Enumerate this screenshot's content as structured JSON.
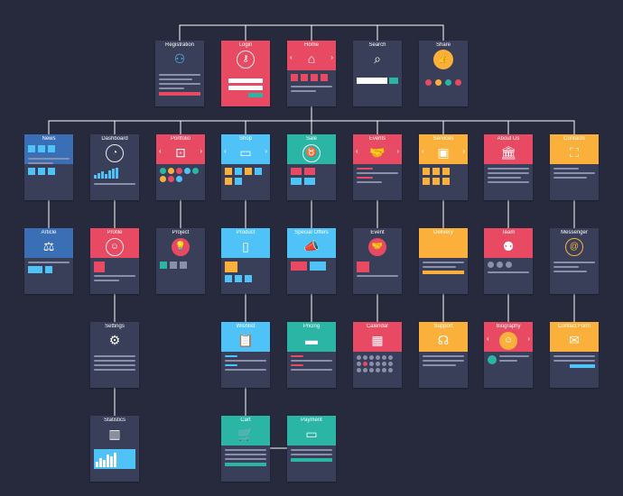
{
  "colors": {
    "background": "#272a3d",
    "card_body": "#3a3f59",
    "connector": "#ffffff",
    "blue": "#4fc3f7",
    "red": "#e84a64",
    "teal": "#2bb5a5",
    "orange": "#fbb03b",
    "navy": "#3a3f59"
  },
  "cards": {
    "registration": {
      "title": "Registration",
      "icon": "user-icon"
    },
    "login": {
      "title": "Login",
      "icon": "key-icon"
    },
    "home": {
      "title": "Home",
      "icon": "home-icon"
    },
    "search": {
      "title": "Search",
      "icon": "search-icon"
    },
    "share": {
      "title": "Share",
      "icon": "thumbs-up-icon"
    },
    "news": {
      "title": "News",
      "icon": "newspaper-icon"
    },
    "dashboard": {
      "title": "Dashboard",
      "icon": "speedometer-icon"
    },
    "portfolio": {
      "title": "Portfolio",
      "icon": "presentation-icon"
    },
    "shop": {
      "title": "Shop",
      "icon": "monitor-icon"
    },
    "sale": {
      "title": "Sale",
      "icon": "piggy-bank-icon"
    },
    "events": {
      "title": "Events",
      "icon": "handshake-icon"
    },
    "services": {
      "title": "Services",
      "icon": "box-icon"
    },
    "about_us": {
      "title": "About Us",
      "icon": "building-icon"
    },
    "contacts": {
      "title": "Contacts",
      "icon": "map-icon"
    },
    "article": {
      "title": "Article",
      "icon": "scales-icon"
    },
    "profile": {
      "title": "Profile",
      "icon": "person-icon"
    },
    "project": {
      "title": "Project",
      "icon": "lightbulb-icon"
    },
    "product": {
      "title": "Product",
      "icon": "phone-icon"
    },
    "special_offers": {
      "title": "Special Offers",
      "icon": "megaphone-icon"
    },
    "event": {
      "title": "Event",
      "icon": "handshake-icon"
    },
    "delivery": {
      "title": "Delivery",
      "icon": "truck-icon"
    },
    "team": {
      "title": "Team",
      "icon": "team-icon"
    },
    "messenger": {
      "title": "Messenger",
      "icon": "at-sign-icon"
    },
    "settings": {
      "title": "Settings",
      "icon": "gear-icon"
    },
    "wishlist": {
      "title": "Wishlist",
      "icon": "clipboard-icon"
    },
    "pricing": {
      "title": "Pricing",
      "icon": "banner-icon"
    },
    "calendar": {
      "title": "Calendar",
      "icon": "calendar-icon"
    },
    "support": {
      "title": "Support",
      "icon": "headset-icon"
    },
    "biography": {
      "title": "Biography",
      "icon": "portrait-icon"
    },
    "contact_form": {
      "title": "Contact Form",
      "icon": "envelope-icon"
    },
    "statistics": {
      "title": "Statistics",
      "icon": "bar-chart-icon"
    },
    "cart": {
      "title": "Cart",
      "icon": "cart-icon"
    },
    "payment": {
      "title": "Payment",
      "icon": "cash-icon"
    }
  }
}
